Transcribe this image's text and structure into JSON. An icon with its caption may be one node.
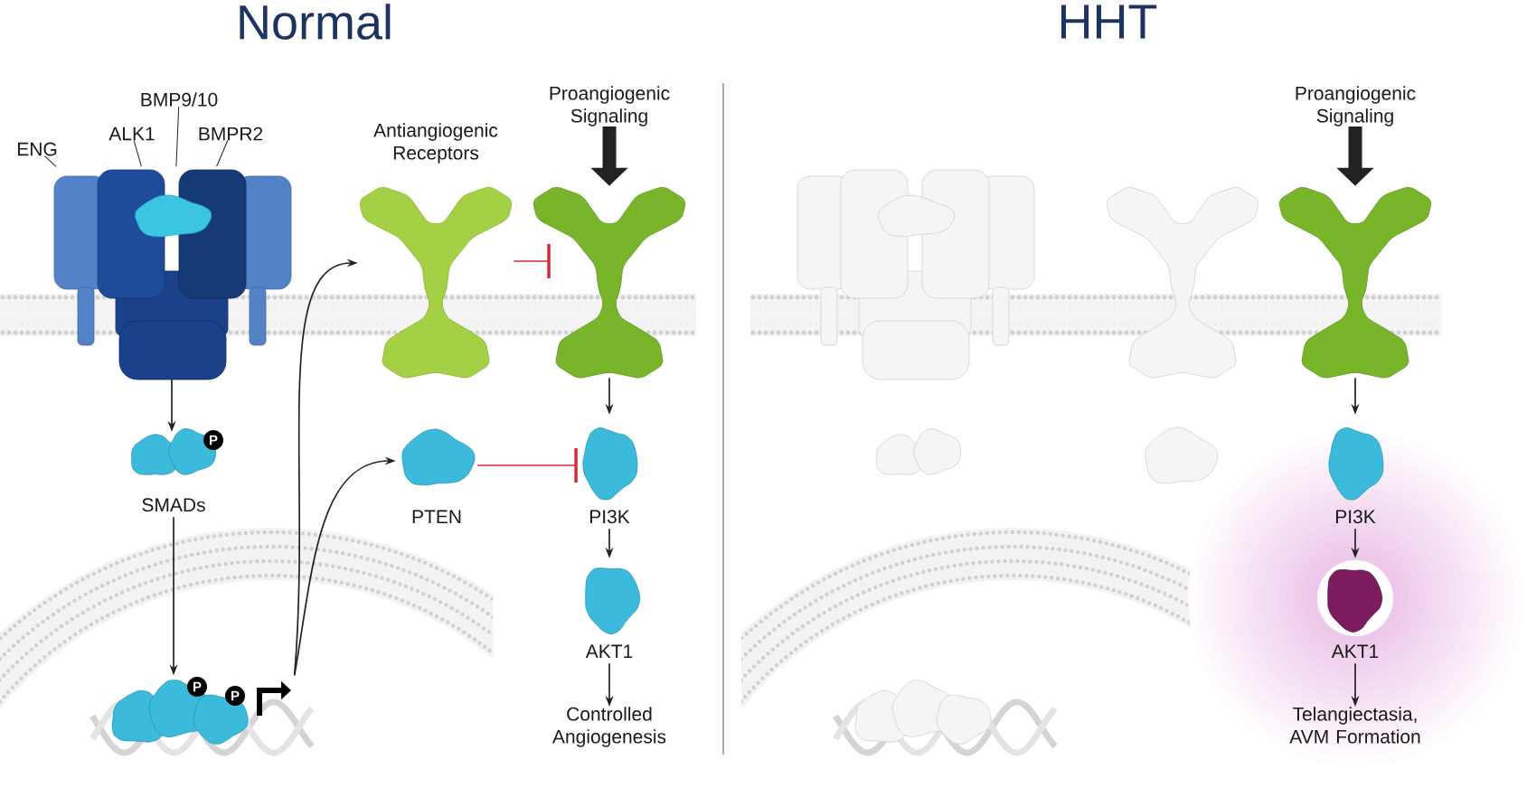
{
  "diagram": {
    "nodes": [
      {
        "text": [
          "ENG"
        ]
      },
      {
        "text": [
          "ALK1"
        ]
      },
      {
        "text": [
          "BMP9/10"
        ]
      },
      {
        "text": [
          "BMPR2"
        ]
      },
      {
        "text": [],
        "shape": "picture"
      },
      {
        "text": [
          "SMADs"
        ]
      },
      {
        "text": [],
        "shape": "picture"
      },
      {
        "text": [
          "Antiangiogenic Receptors"
        ]
      },
      {
        "text": [
          "Proangiogenic Signaling"
        ]
      },
      {
        "text": [],
        "shape": "picture"
      },
      {
        "text": [
          "PTEN"
        ]
      },
      {
        "text": [
          "PI3K"
        ]
      },
      {
        "text": [
          "AKT1"
        ]
      },
      {
        "text": [
          "Controlled Angiogenesis"
        ]
      },
      {
        "text": [],
        "shape": "picture"
      },
      {
        "text": [],
        "shape": "picture"
      },
      {
        "text": [],
        "shape": "picture"
      },
      {
        "text": [],
        "shape": "picture"
      },
      {
        "text": [],
        "shape": "picture"
      },
      {
        "text": [
          "Proangiogenic Signaling"
        ]
      },
      {
        "text": [],
        "shape": "picture"
      },
      {
        "text": [
          "PI3K"
        ]
      },
      {
        "text": [
          "AKT1"
        ]
      },
      {
        "text": [
          "Telangiectasia, AVM Formation"
        ]
      }
    ],
    "edges": [
      {
        "from": 0,
        "to": 4,
        "arrow": "none"
      },
      {
        "from": 1,
        "to": 4,
        "arrow": "none"
      },
      {
        "from": 2,
        "to": 4,
        "arrow": "none"
      },
      {
        "from": 3,
        "to": 4,
        "arrow": "none"
      },
      {
        "from": 4,
        "to": 5,
        "arrow": "to"
      },
      {
        "from": 5,
        "to": 6,
        "arrow": "to"
      },
      {
        "from": 6,
        "to": 7,
        "arrow": "to"
      },
      {
        "from": 6,
        "to": 10,
        "arrow": "to"
      },
      {
        "from": 8,
        "to": 9,
        "arrow": "to",
        "style": "thick"
      },
      {
        "from": 7,
        "to": 9,
        "arrow": "other",
        "color": "#d42a3c"
      },
      {
        "from": 10,
        "to": 11,
        "arrow": "other",
        "color": "#d42a3c"
      },
      {
        "from": 9,
        "to": 11,
        "arrow": "to"
      },
      {
        "from": 11,
        "to": 12,
        "arrow": "to"
      },
      {
        "from": 12,
        "to": 13,
        "arrow": "to"
      },
      {
        "from": 19,
        "to": 20,
        "arrow": "to",
        "style": "thick"
      },
      {
        "from": 20,
        "to": 21,
        "arrow": "to"
      },
      {
        "from": 21,
        "to": 22,
        "arrow": "to"
      },
      {
        "from": 22,
        "to": 23,
        "arrow": "to"
      }
    ],
    "labels": [
      "Normal",
      "HHT",
      "P",
      "P",
      "P"
    ]
  }
}
